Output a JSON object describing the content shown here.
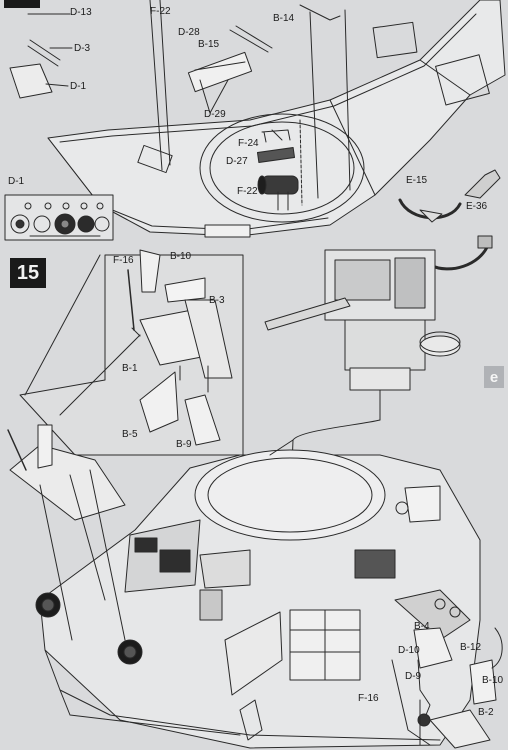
{
  "step": {
    "number": "15"
  },
  "edge_mark": "e",
  "labels": {
    "d13": "D-13",
    "f22_top": "F-22",
    "d28": "D-28",
    "b14": "B-14",
    "b15": "B-15",
    "d3": "D-3",
    "d1": "D-1",
    "d29": "D-29",
    "f24": "F-24",
    "d27": "D-27",
    "f22_mid": "F-22",
    "e15": "E-15",
    "e36": "E-36",
    "d1_inset": "D-1",
    "f16": "F-16",
    "b10": "B-10",
    "b3": "B-3",
    "b1": "B-1",
    "b5": "B-5",
    "b9": "B-9",
    "b4": "B-4",
    "d10": "D-10",
    "b12": "B-12",
    "d9": "D-9",
    "b10_right": "B-10",
    "f16_right": "F-16",
    "b2": "B-2"
  },
  "colors": {
    "paper": "#d9dadc",
    "ink": "#1c1c1c",
    "badge": "#1a1a1a"
  }
}
